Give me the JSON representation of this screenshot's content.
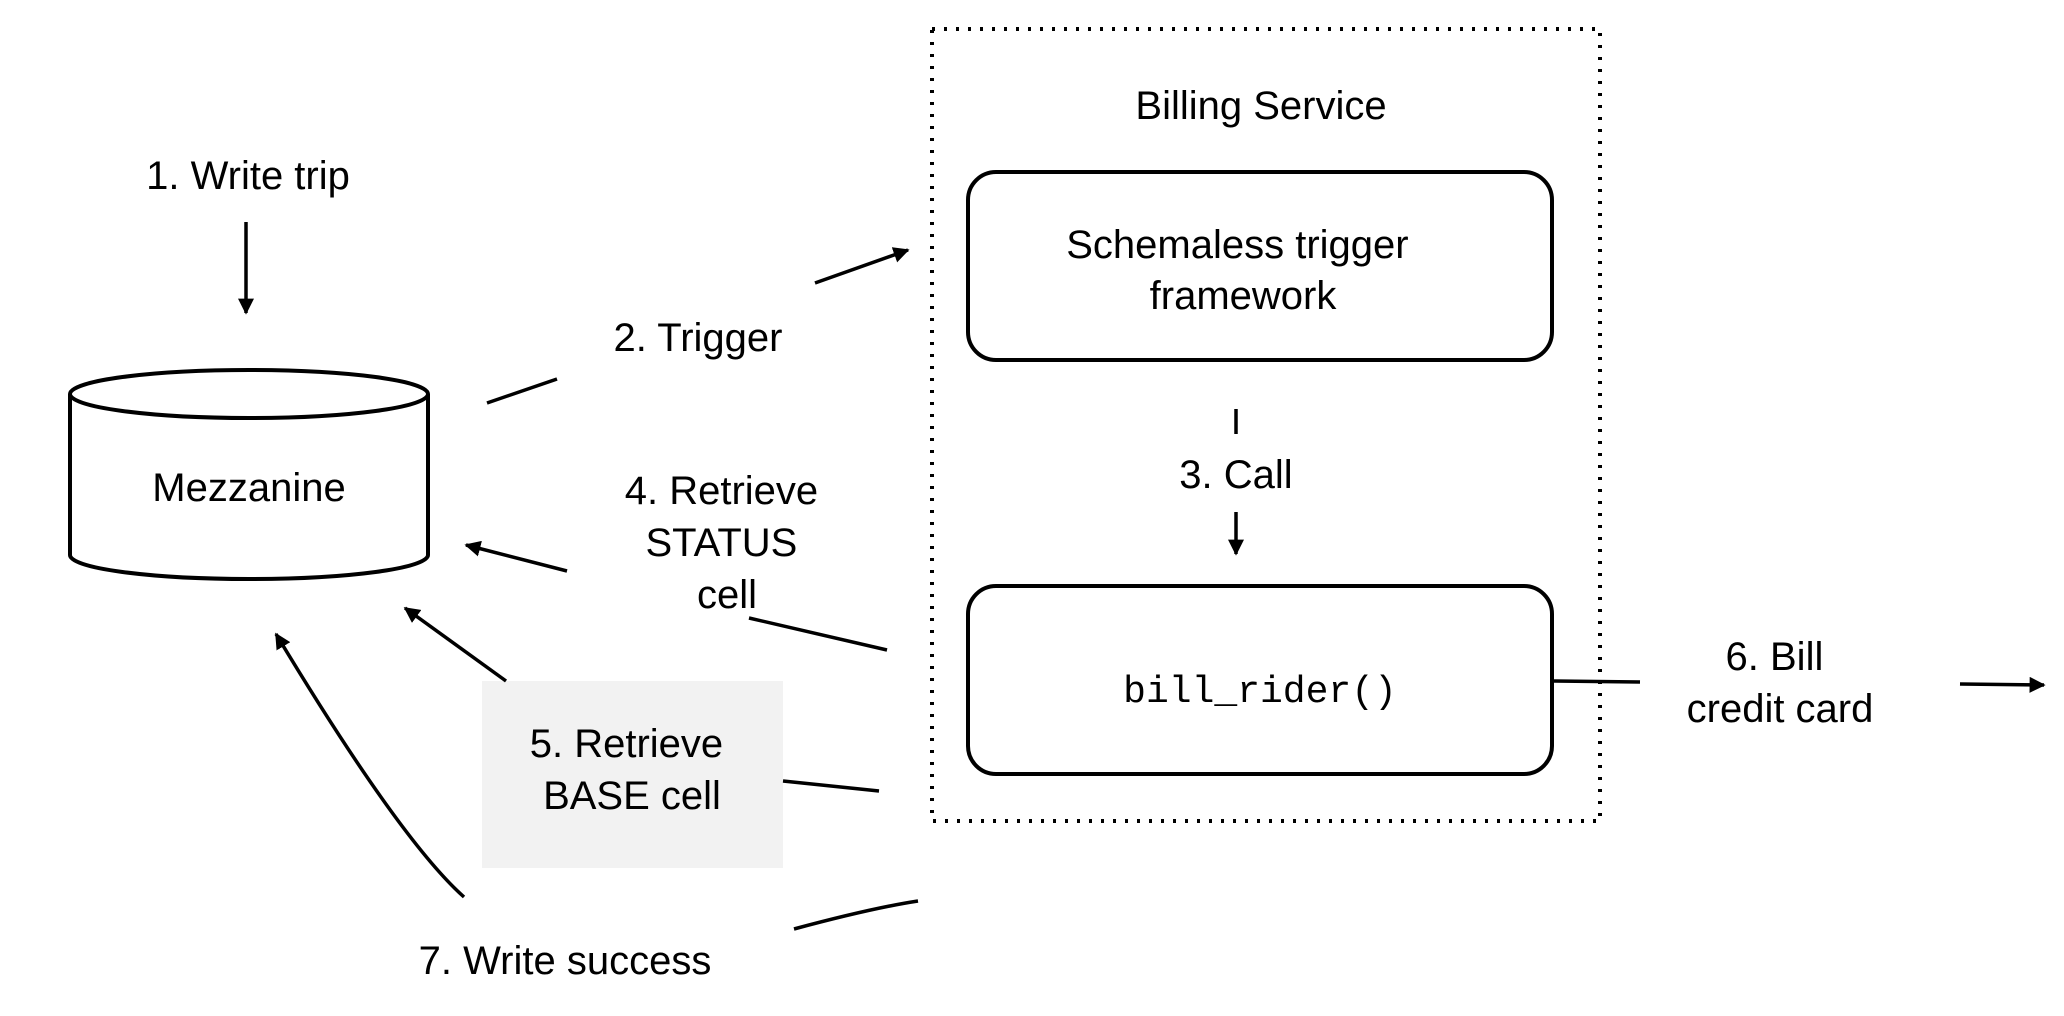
{
  "service": {
    "title": "Billing Service"
  },
  "nodes": {
    "mezzanine": "Mezzanine",
    "trigger_framework": [
      "Schemaless trigger",
      "framework"
    ],
    "bill_rider": "bill_rider()"
  },
  "steps": {
    "write_trip": "1. Write trip",
    "trigger": "2. Trigger",
    "call": "3. Call",
    "retrieve_status": [
      "4. Retrieve",
      "STATUS",
      "cell"
    ],
    "retrieve_base": [
      "5. Retrieve",
      "BASE cell"
    ],
    "bill_card": [
      "6. Bill",
      "credit card"
    ],
    "write_success": "7. Write success"
  },
  "colors": {
    "stroke": "#000000",
    "highlight_box": "#f2f2f2",
    "background": "#ffffff"
  }
}
